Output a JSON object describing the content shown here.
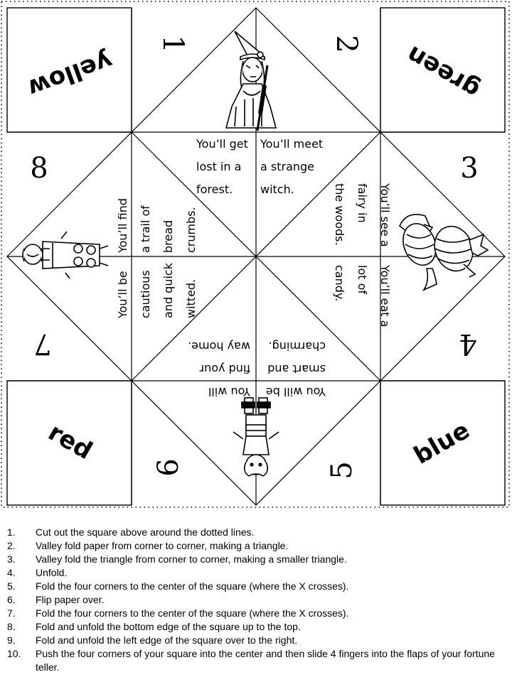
{
  "colors": [
    "yellow",
    "green",
    "red",
    "blue"
  ],
  "numbers": [
    "1",
    "2",
    "3",
    "4",
    "5",
    "6",
    "7",
    "8"
  ],
  "fortunes": {
    "lost_in_forest": [
      "You’ll get",
      "lost in a",
      "forest."
    ],
    "strange_witch": [
      "You’ll meet",
      "a strange",
      "witch."
    ],
    "bread_crumbs": [
      "You’ll find",
      "a trail of",
      "bread",
      "crumbs."
    ],
    "cautious": [
      "You’ll be",
      "cautious",
      "and quick",
      "witted."
    ],
    "find_way_home": [
      "You will",
      "find your",
      "way home."
    ],
    "smart_charming": [
      "You will be",
      "smart and",
      "charming."
    ],
    "eat_candy": [
      "You’ll eat a",
      "lot of",
      "candy."
    ],
    "see_fairy": [
      "You’ll see a",
      "fairy in",
      "the woods."
    ]
  },
  "instructions": [
    {
      "num": "1.",
      "text": "Cut out the square above around the dotted lines."
    },
    {
      "num": "2.",
      "text": "Valley fold paper from corner to corner, making a triangle."
    },
    {
      "num": "3.",
      "text": "Valley fold the triangle from corner to corner, making a smaller triangle."
    },
    {
      "num": "4.",
      "text": "Unfold."
    },
    {
      "num": "5.",
      "text": "Fold the four corners to the center of the square (where the X crosses)."
    },
    {
      "num": "6.",
      "text": "Flip paper over."
    },
    {
      "num": "7.",
      "text": "Fold the four corners to the center of the square (where the X crosses)."
    },
    {
      "num": "8.",
      "text": "Fold and unfold the bottom edge of the square up to the top."
    },
    {
      "num": "9.",
      "text": "Fold and unfold the left edge of the square over to the right."
    },
    {
      "num": "10.",
      "text": "Push the four corners of your square into the center and then slide 4 fingers into the flaps of your fortune teller."
    }
  ],
  "illustrations": [
    "witch-illustration",
    "candy-illustration",
    "boy-illustration",
    "girl-illustration"
  ]
}
